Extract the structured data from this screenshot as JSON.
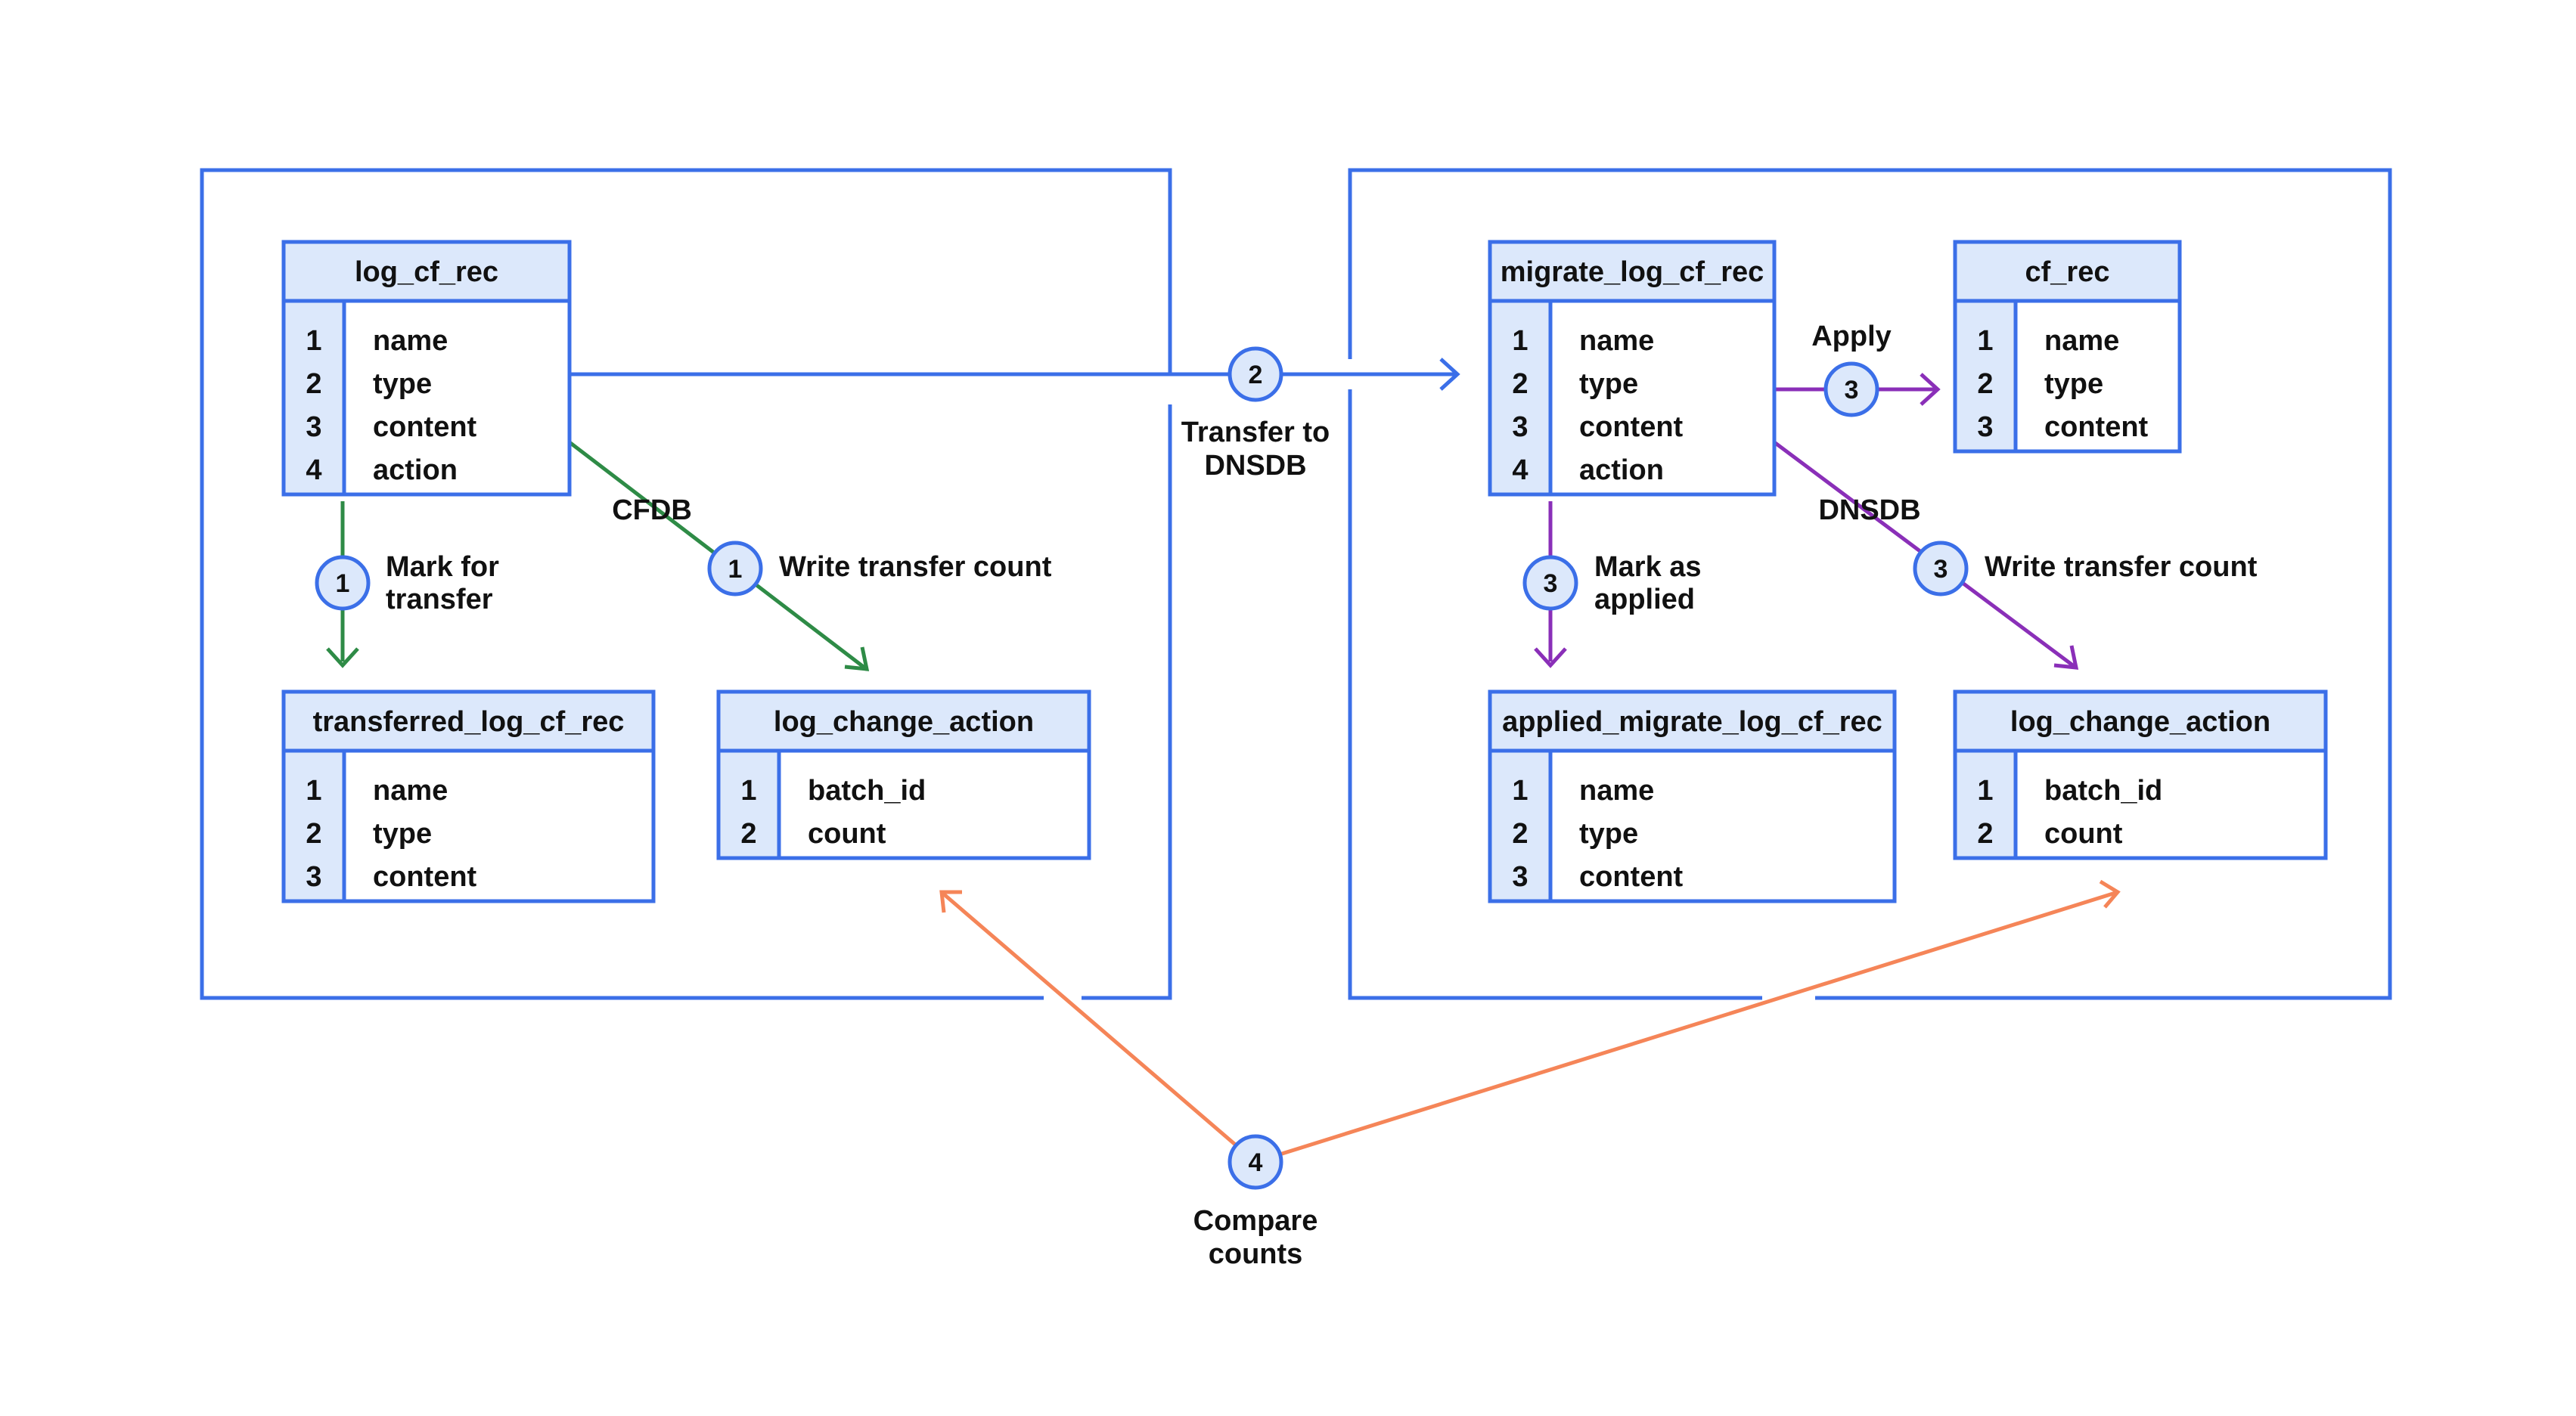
{
  "colors": {
    "blue": "#3b6fe8",
    "header_fill": "#dce8fb",
    "green": "#2e8b46",
    "purple": "#8a2fb8",
    "orange": "#f58558",
    "text": "#111111"
  },
  "tables": {
    "log_cf_rec": {
      "title": "log_cf_rec",
      "rows": [
        "name",
        "type",
        "content",
        "action"
      ]
    },
    "transferred_log_cf_rec": {
      "title": "transferred_log_cf_rec",
      "rows": [
        "name",
        "type",
        "content"
      ]
    },
    "log_change_action_cf": {
      "title": "log_change_action",
      "rows": [
        "batch_id",
        "count"
      ]
    },
    "migrate_log_cf_rec": {
      "title": "migrate_log_cf_rec",
      "rows": [
        "name",
        "type",
        "content",
        "action"
      ]
    },
    "cf_rec": {
      "title": "cf_rec",
      "rows": [
        "name",
        "type",
        "content"
      ]
    },
    "applied_migrate_log_cf_rec": {
      "title": "applied_migrate_log_cf_rec",
      "rows": [
        "name",
        "type",
        "content"
      ]
    },
    "log_change_action_dns": {
      "title": "log_change_action",
      "rows": [
        "batch_id",
        "count"
      ]
    }
  },
  "labels": {
    "cfdb": "CFDB",
    "dnsdb": "DNSDB",
    "mark_for_transfer": [
      "Mark for",
      "transfer"
    ],
    "write_transfer_count_cf": "Write transfer count",
    "transfer_to_dnsdb": [
      "Transfer to",
      "DNSDB"
    ],
    "apply": "Apply",
    "mark_as_applied": [
      "Mark as",
      "applied"
    ],
    "write_transfer_count_dns": "Write transfer count",
    "compare_counts": [
      "Compare",
      "counts"
    ]
  },
  "badges": {
    "mark_for_transfer": "1",
    "write_transfer_count_cf": "1",
    "transfer": "2",
    "apply": "3",
    "mark_as_applied": "3",
    "write_transfer_count_dns": "3",
    "compare": "4"
  }
}
